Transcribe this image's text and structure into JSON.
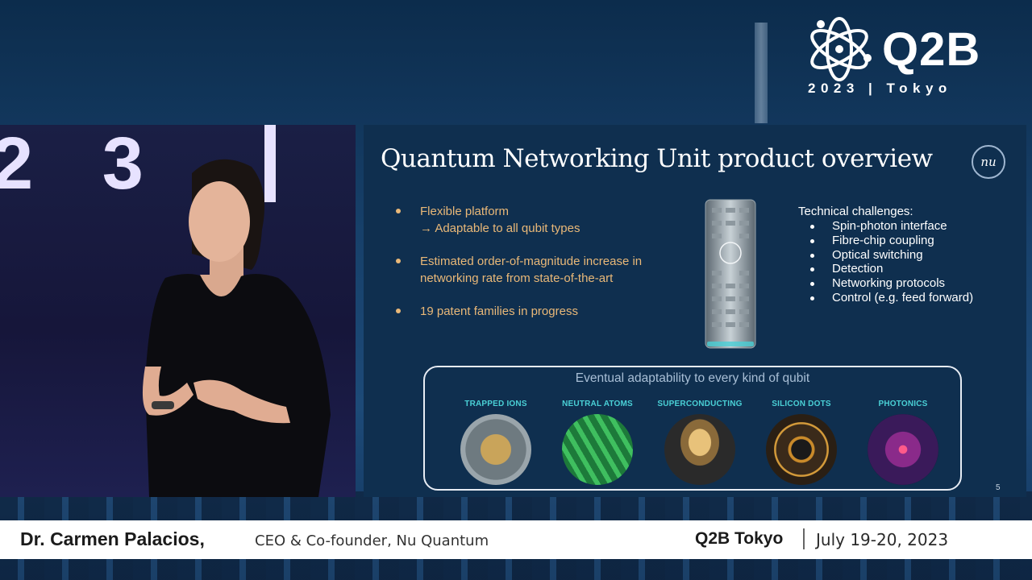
{
  "logo": {
    "name": "Q2B",
    "subtitle": "2023  |  Tokyo"
  },
  "stage": {
    "digits": "2 3"
  },
  "slide": {
    "title": "Quantum Networking Unit product overview",
    "badge": "nu",
    "bullets": [
      {
        "lines": [
          "Flexible platform",
          "→ Adaptable to all qubit types"
        ]
      },
      {
        "lines": [
          "Estimated order-of-magnitude increase in",
          "networking rate from state-of-the-art"
        ]
      },
      {
        "lines": [
          "19 patent families in progress"
        ]
      }
    ],
    "challenges": {
      "title": "Technical challenges:",
      "items": [
        "Spin-photon interface",
        "Fibre-chip coupling",
        "Optical switching",
        "Detection",
        "Networking protocols",
        "Control (e.g. feed forward)"
      ]
    },
    "qubits": {
      "title": "Eventual adaptability to every kind of qubit",
      "types": [
        {
          "label": "TRAPPED IONS",
          "icon": "trapped-ions-image"
        },
        {
          "label": "NEUTRAL ATOMS",
          "icon": "neutral-atoms-image"
        },
        {
          "label": "SUPERCONDUCTING",
          "icon": "superconducting-image"
        },
        {
          "label": "SILICON DOTS",
          "icon": "silicon-dots-image"
        },
        {
          "label": "PHOTONICS",
          "icon": "photonics-image"
        }
      ]
    },
    "page_number": "5"
  },
  "lower_third": {
    "name": "Dr. Carmen Palacios,",
    "role": "CEO & Co-founder, Nu Quantum",
    "event": "Q2B Tokyo",
    "date": "July 19-20, 2023"
  },
  "colors": {
    "accent_orange": "#e9b878",
    "accent_teal": "#4ad0d6",
    "slide_bg": "#0f2f4f"
  }
}
